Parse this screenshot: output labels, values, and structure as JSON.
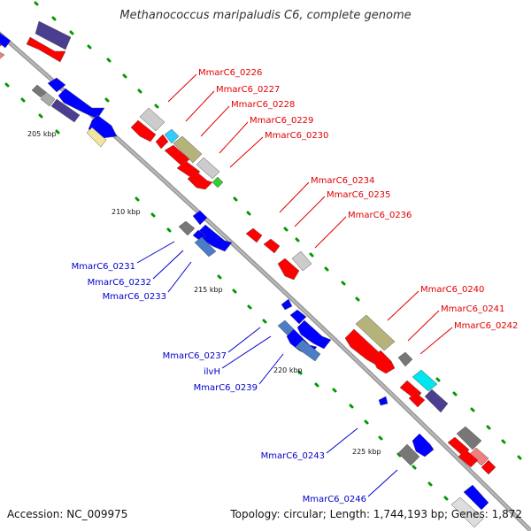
{
  "title": "Methanococcus maripaludis C6, complete genome",
  "footer": {
    "accession": "Accession: NC_009975",
    "topology": "Topology: circular; Length: 1,744,193 bp; Genes: 1,872"
  },
  "colors": {
    "red": "#ff0000",
    "blue": "#0000ff",
    "label_red": "#e00000",
    "label_blue": "#0000cc",
    "backbone": "#888888",
    "tick": "#009900"
  },
  "scale_labels": [
    "205 kbp",
    "210 kbp",
    "215 kbp",
    "220 kbp",
    "225 kbp"
  ],
  "gene_labels_outer": [
    "MmarC6_0226",
    "MmarC6_0227",
    "MmarC6_0228",
    "MmarC6_0229",
    "MmarC6_0230",
    "MmarC6_0234",
    "MmarC6_0235",
    "MmarC6_0236",
    "MmarC6_0240",
    "MmarC6_0241",
    "MmarC6_0242"
  ],
  "gene_labels_inner": [
    "MmarC6_0231",
    "MmarC6_0232",
    "MmarC6_0233",
    "MmarC6_0237",
    "ilvH",
    "MmarC6_0239",
    "MmarC6_0243",
    "MmarC6_0246"
  ]
}
